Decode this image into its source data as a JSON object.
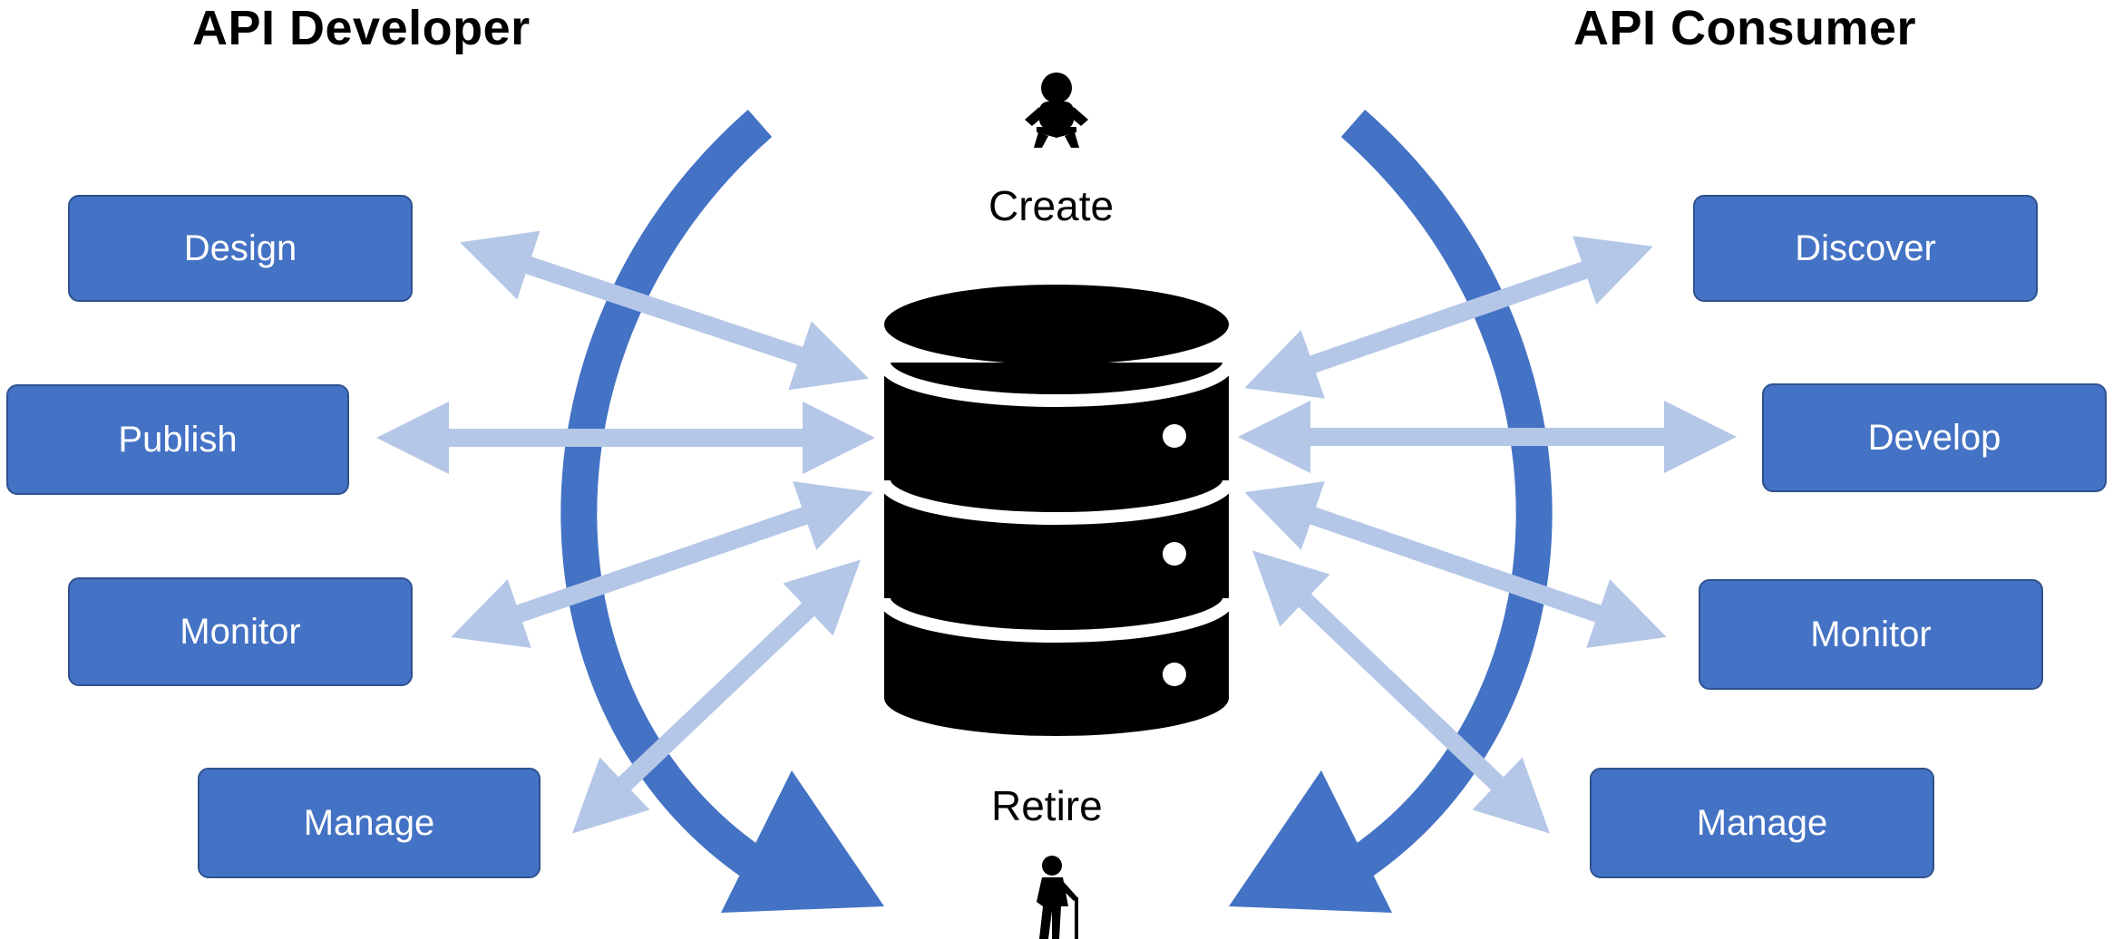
{
  "headings": {
    "developer": "API Developer",
    "consumer": "API Consumer"
  },
  "developer_steps": [
    "Design",
    "Publish",
    "Monitor",
    "Manage"
  ],
  "consumer_steps": [
    "Discover",
    "Develop",
    "Monitor",
    "Manage"
  ],
  "lifecycle": {
    "start": "Create",
    "end": "Retire"
  },
  "icons": {
    "start": "baby-icon",
    "end": "elderly-person-icon",
    "center": "database-icon"
  },
  "colors": {
    "box_fill": "#4472c4",
    "box_border": "#2f528f",
    "curved_arrow": "#4472c4",
    "connector_arrow": "#b4c7e7",
    "database": "#000000"
  }
}
